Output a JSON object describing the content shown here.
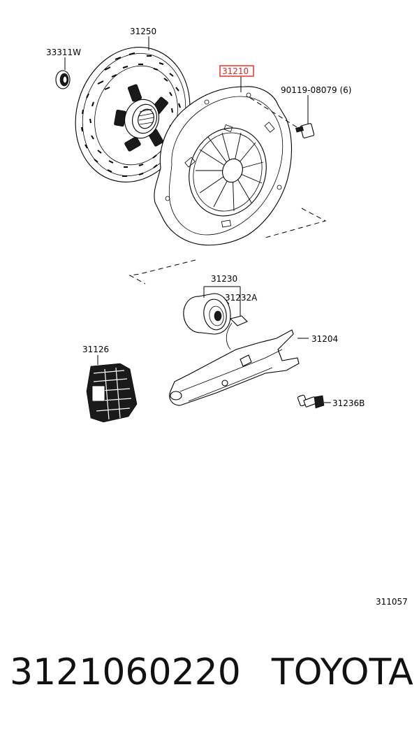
{
  "callouts": {
    "clutch_disc": "31250",
    "pilot_bearing": "33311W",
    "clutch_cover": "31210",
    "cover_bolt": "90119-08079 (6)",
    "release_bearing_hub": "31230",
    "hub_clip": "31232A",
    "release_fork": "31204",
    "fork_boot": "31126",
    "fork_support": "31236B"
  },
  "highlight_color": "#e8403a",
  "diagram_code": "311057",
  "footer": {
    "part_number": "3121060220",
    "brand": "TOYOTA"
  }
}
